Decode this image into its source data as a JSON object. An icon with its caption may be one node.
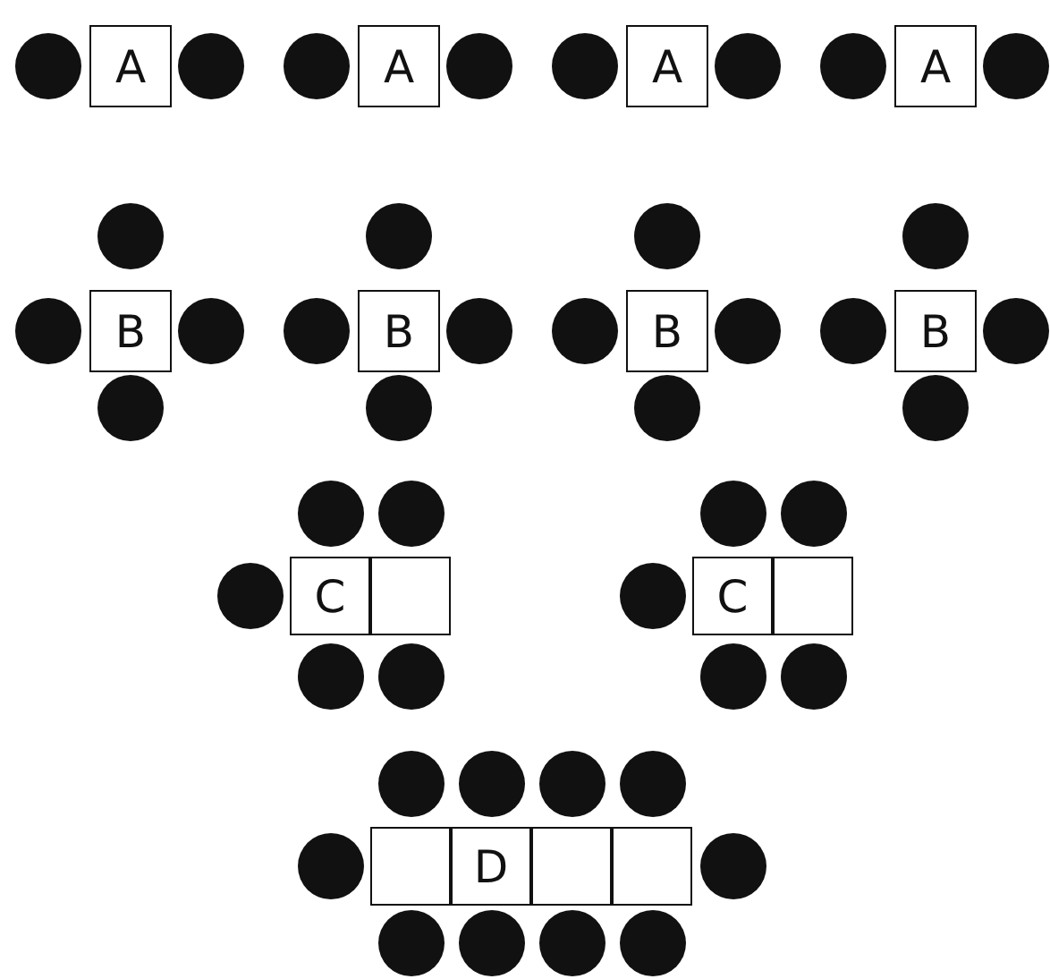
{
  "diagram": {
    "nodes": [
      {
        "text": [
          "A"
        ]
      },
      {
        "text": [
          "A"
        ]
      },
      {
        "text": [
          "A"
        ]
      },
      {
        "text": [
          "A"
        ]
      },
      {
        "text": [
          "B"
        ]
      },
      {
        "text": [
          "B"
        ]
      },
      {
        "text": [
          "B"
        ]
      },
      {
        "text": [
          "B"
        ]
      },
      {
        "text": [
          "C"
        ]
      },
      {
        "text": [],
        "shape": "box"
      },
      {
        "text": [
          "C"
        ]
      },
      {
        "text": [],
        "shape": "box"
      },
      {
        "text": [],
        "shape": "box"
      },
      {
        "text": [
          "D"
        ]
      },
      {
        "text": [],
        "shape": "box"
      },
      {
        "text": [],
        "shape": "box"
      }
    ]
  }
}
